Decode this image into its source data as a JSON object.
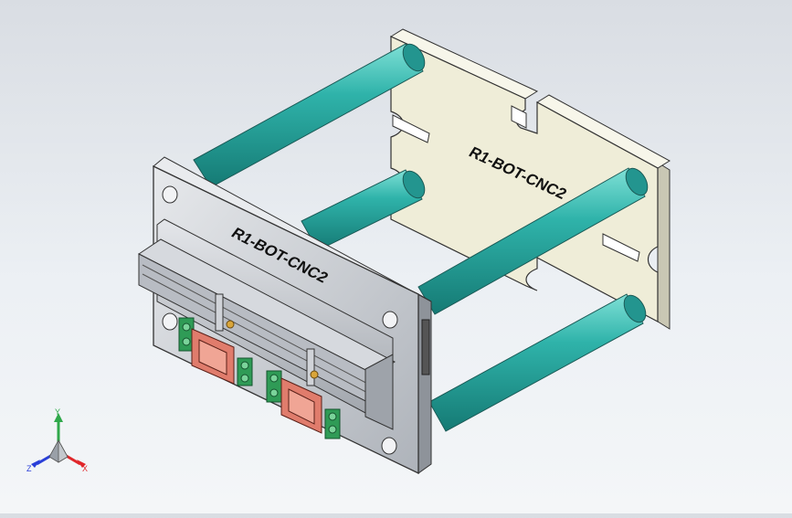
{
  "model": {
    "front_engraving": "R1-BOT-CNC2",
    "rear_engraving": "R1-BOT-CNC2"
  },
  "triad": {
    "x_label": "X",
    "y_label": "Y",
    "z_label": "Z"
  },
  "colors": {
    "background_top": "#d9dde3",
    "background_bottom": "#f4f6f8",
    "rear_plate": "#efedd8",
    "front_plate": "#c9cdd3",
    "rods": "#2aa6a0",
    "connector_body": "#e07c6c",
    "terminal_block": "#2f9b56",
    "axis_x": "#e0262a",
    "axis_y": "#2fa84a",
    "axis_z": "#2a3fd8"
  }
}
